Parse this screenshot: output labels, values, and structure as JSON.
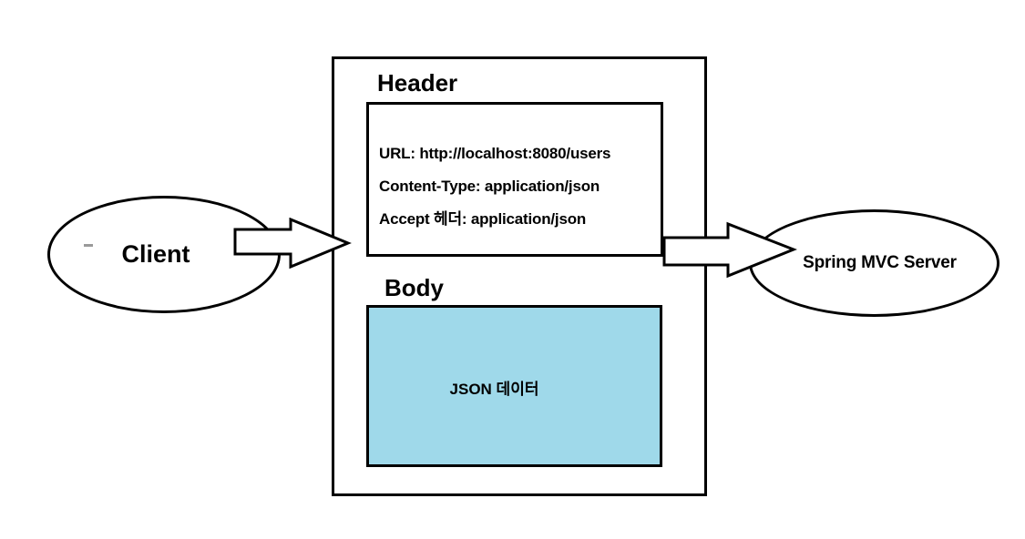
{
  "diagram": {
    "client": {
      "label": "Client"
    },
    "server": {
      "label": "Spring MVC Server"
    },
    "request": {
      "header": {
        "title": "Header",
        "lines": [
          "URL: http://localhost:8080/users",
          "Content-Type: application/json",
          "Accept 헤더: application/json"
        ]
      },
      "body": {
        "title": "Body",
        "content": "JSON 데이터"
      }
    },
    "colors": {
      "outline": "#000000",
      "body_box_fill": "#9FD9EA",
      "background": "#FFFFFF"
    }
  }
}
